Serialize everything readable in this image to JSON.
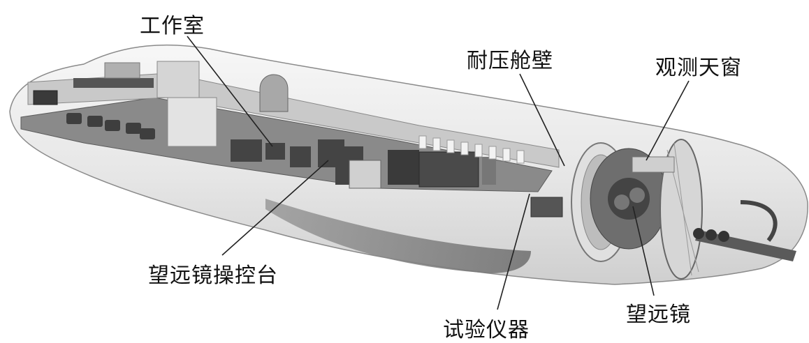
{
  "labels": {
    "studio": "工作室",
    "pressure_bulkhead": "耐压舱壁",
    "observation_window": "观测天窗",
    "telescope_console": "望远镜操控台",
    "telescope": "望远镜",
    "test_instruments": "试验仪器"
  },
  "colors": {
    "fuselage": "#eeeeee",
    "cabin_floor": "#7a7a7a",
    "equipment": "#3c3c3c",
    "leader_line": "#222222"
  }
}
